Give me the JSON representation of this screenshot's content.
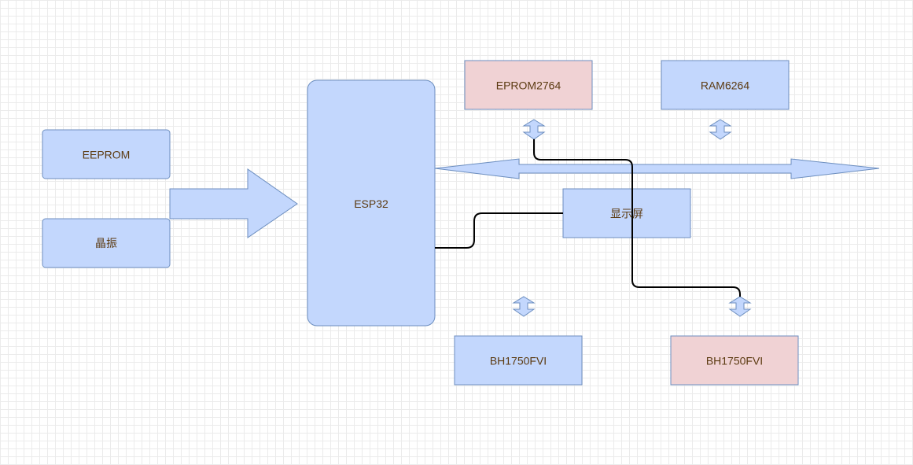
{
  "diagram": {
    "nodes": {
      "eeprom": {
        "label": "EEPROM"
      },
      "crystal": {
        "label": "晶振"
      },
      "esp32": {
        "label": "ESP32"
      },
      "eprom2764": {
        "label": "EPROM2764"
      },
      "ram6264": {
        "label": "RAM6264"
      },
      "display": {
        "label": "显示屏"
      },
      "bh1750_left": {
        "label": "BH1750FVI"
      },
      "bh1750_right": {
        "label": "BH1750FVI"
      }
    },
    "colors": {
      "blue_fill": "#c3d7fd",
      "blue_stroke": "#6c8ebf",
      "pink_fill": "#f0d2d4",
      "connector": "#000000",
      "label_text": "#5c3b12",
      "grid": "#ebebeb"
    }
  }
}
